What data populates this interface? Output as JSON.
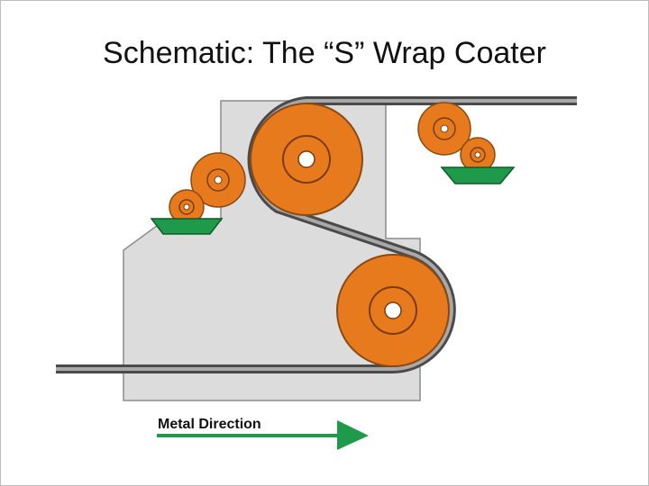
{
  "title": "Schematic: The “S” Wrap Coater",
  "direction_label": "Metal Direction",
  "colors": {
    "frame_fill": "#dcdcdc",
    "frame_stroke": "#8c8c8c",
    "roller_orange": "#e87a1e",
    "roller_stroke": "#8a4a12",
    "tray_green": "#1f9a4a",
    "arrow_green": "#1f9a4a",
    "strip_gray": "#6e6e6e",
    "strip_highlight": "#bdbdbd"
  },
  "icons": {
    "frame": "machine-frame",
    "large_roller": "backup-roller",
    "small_roller": "applicator-roller",
    "pan": "coating-pan",
    "strip": "metal-strip",
    "arrow": "direction-arrow"
  }
}
